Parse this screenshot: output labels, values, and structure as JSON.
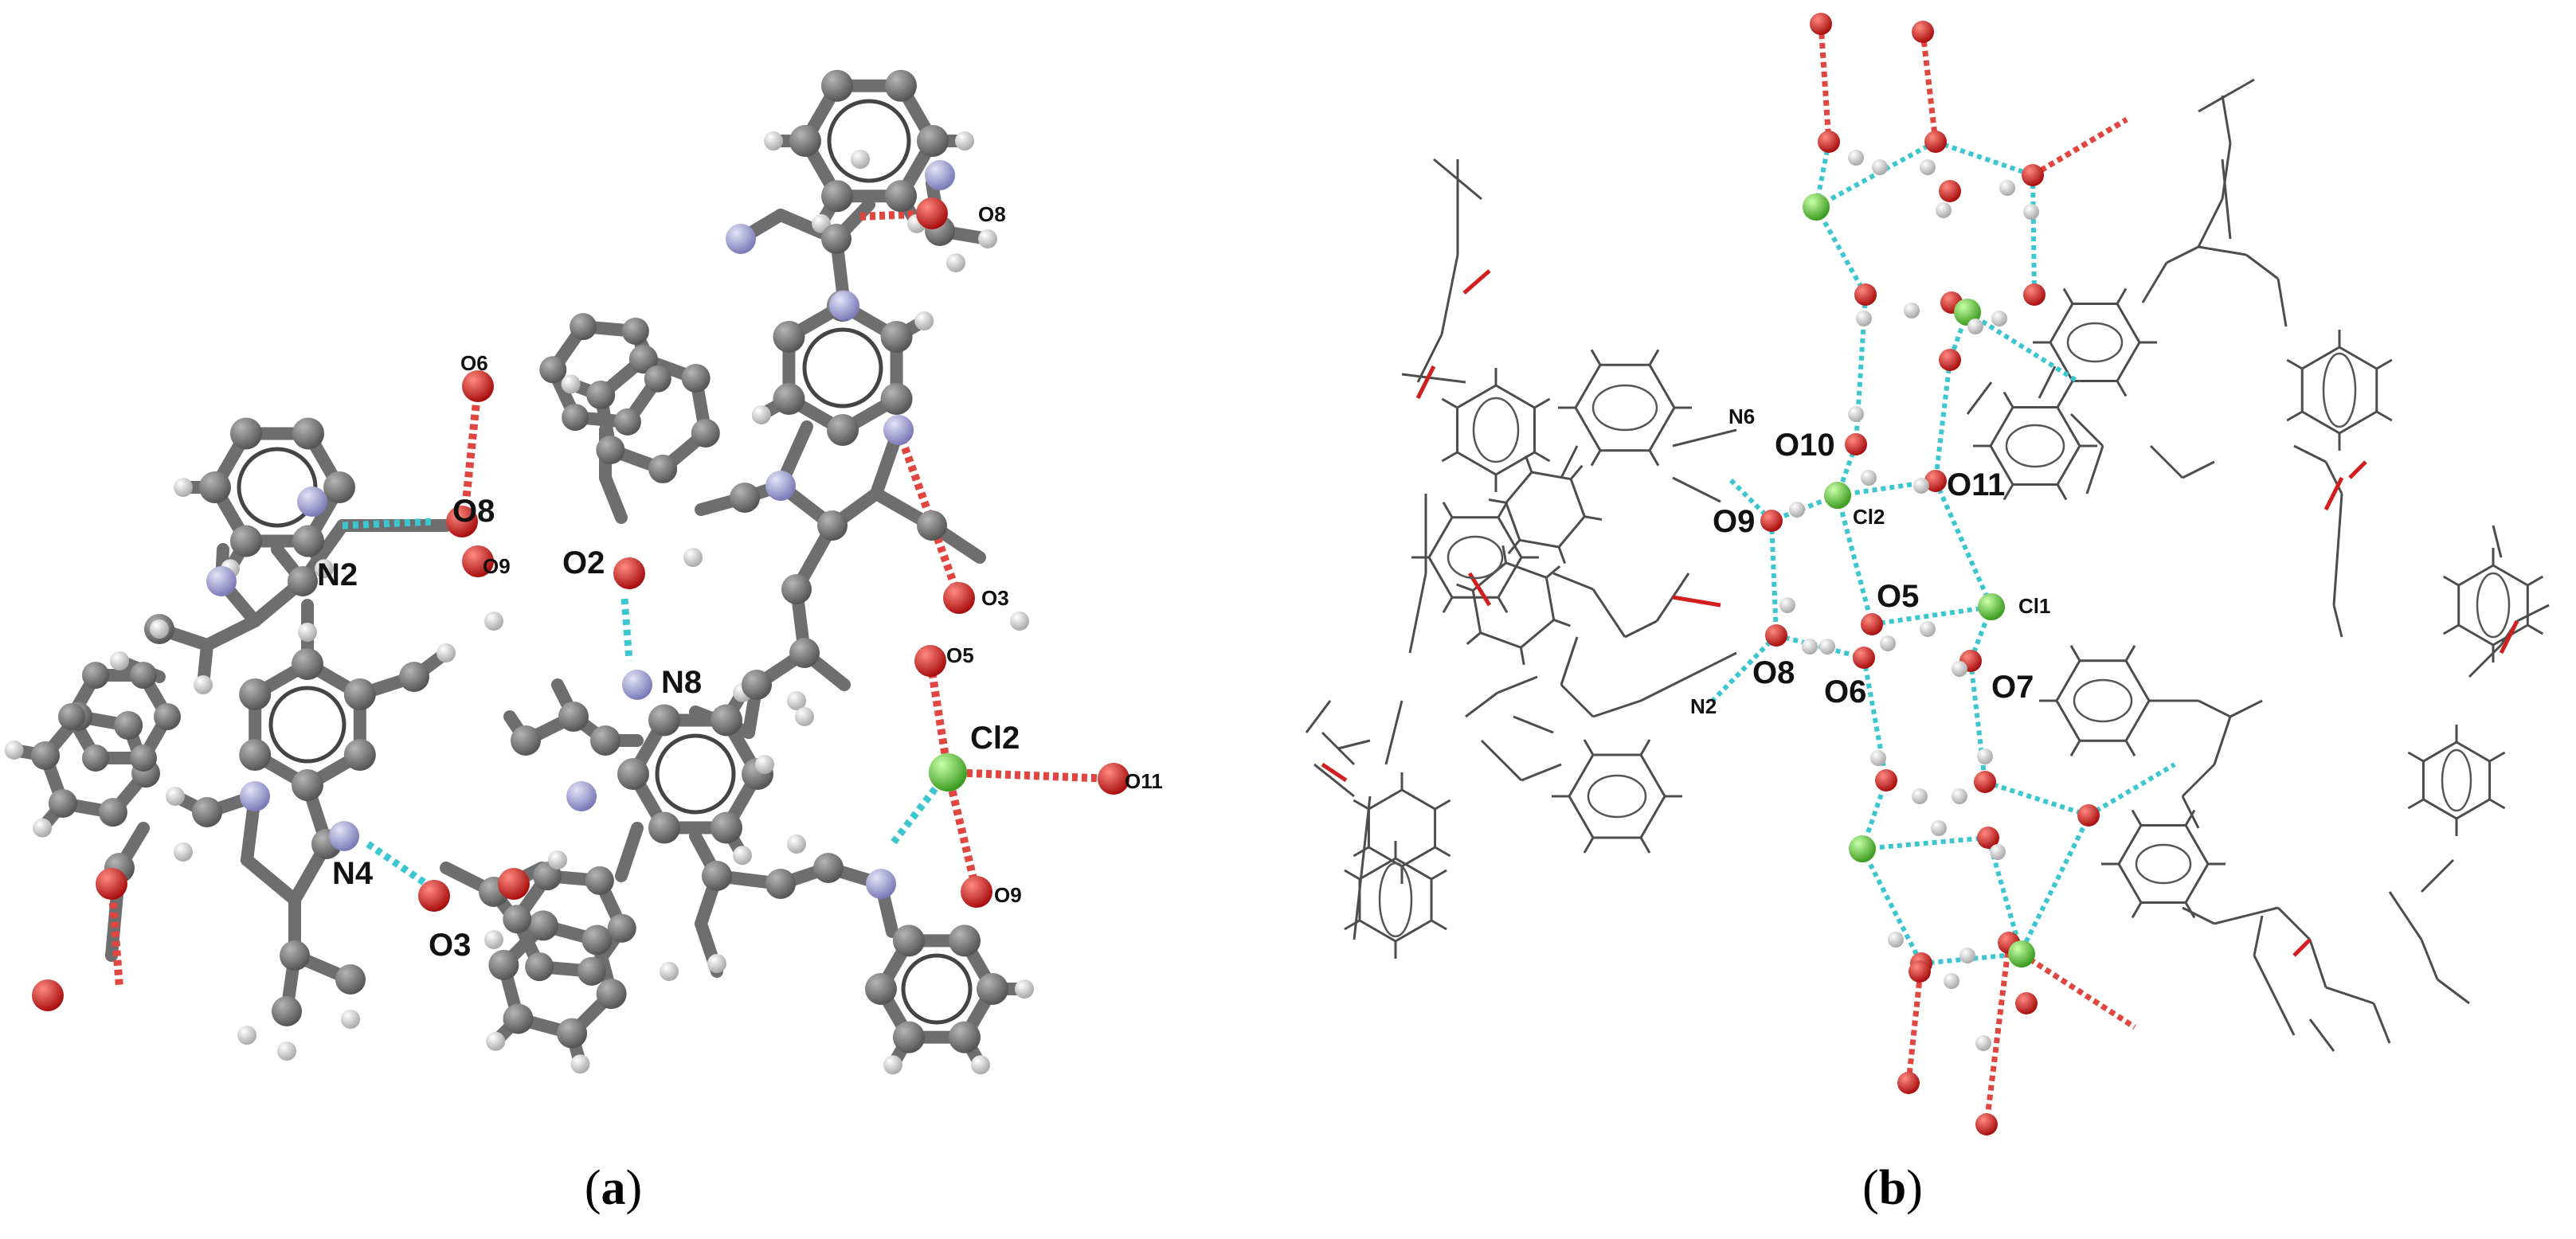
{
  "panel_a": {
    "caption_left": "(",
    "caption_letter": "a",
    "caption_right": ")",
    "labels": {
      "O8_top": "O8",
      "O6": "O6",
      "N2": "N2",
      "O8": "O8",
      "O9": "O9",
      "O2": "O2",
      "N8": "N8",
      "O3_right": "O3",
      "O5": "O5",
      "Cl2": "Cl2",
      "O11": "O11",
      "N4": "N4",
      "O3": "O3",
      "O9_bottom": "O9"
    }
  },
  "panel_b": {
    "caption_left": "(",
    "caption_letter": "b",
    "caption_right": ")",
    "labels": {
      "N6": "N6",
      "O10": "O10",
      "O11": "O11",
      "O9": "O9",
      "Cl2": "Cl2",
      "O5": "O5",
      "Cl1": "Cl1",
      "O8": "O8",
      "O6": "O6",
      "O7": "O7",
      "N2": "N2"
    }
  },
  "colors": {
    "carbon": "#6e6e6e",
    "hydrogen": "#d9d9d9",
    "nitrogen": "#a7a7d6",
    "oxygen": "#d11f1f",
    "chlorine": "#5fcf3a",
    "hbond": "#3cc6cf",
    "bond_red": "#e0453f",
    "wire": "#555555"
  }
}
